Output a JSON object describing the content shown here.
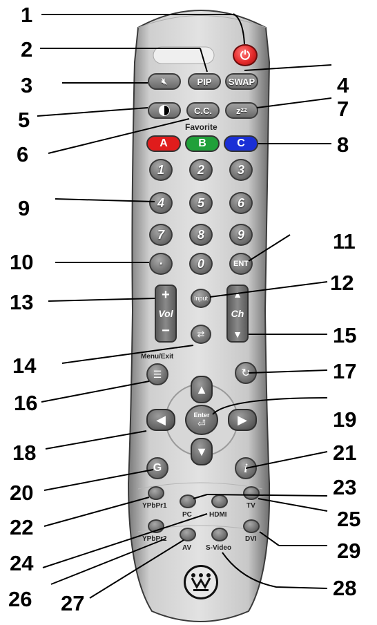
{
  "callouts": [
    "1",
    "2",
    "3",
    "4",
    "5",
    "6",
    "7",
    "8",
    "9",
    "10",
    "11",
    "12",
    "13",
    "14",
    "15",
    "16",
    "17",
    "18",
    "19",
    "20",
    "21",
    "22",
    "23",
    "24",
    "25",
    "26",
    "27",
    "28",
    "29"
  ],
  "buttons": {
    "pip": "PIP",
    "swap": "SWAP",
    "cc": "C.C.",
    "sleep": "zᶻᶻ",
    "favorite": "Favorite",
    "a": "A",
    "b": "B",
    "c": "C",
    "digits": [
      "1",
      "2",
      "3",
      "4",
      "5",
      "6",
      "7",
      "8",
      "9",
      "·",
      "0"
    ],
    "ent": "ENT",
    "input": "Input",
    "vol": "Vol",
    "ch": "Ch",
    "plus": "+",
    "minus": "−",
    "menu_exit": "Menu/Exit",
    "enter": "Enter",
    "ypbpr1": "YPbPr1",
    "pc": "PC",
    "hdmi": "HDMI",
    "tv": "TV",
    "ypbpr2": "YPbPr2",
    "av": "AV",
    "svideo": "S-Video",
    "dvi": "DVI"
  },
  "colors": {
    "red": "#e01c1c",
    "green": "#20a03a",
    "blue": "#1a2fd6",
    "power": "#e52b2b"
  }
}
